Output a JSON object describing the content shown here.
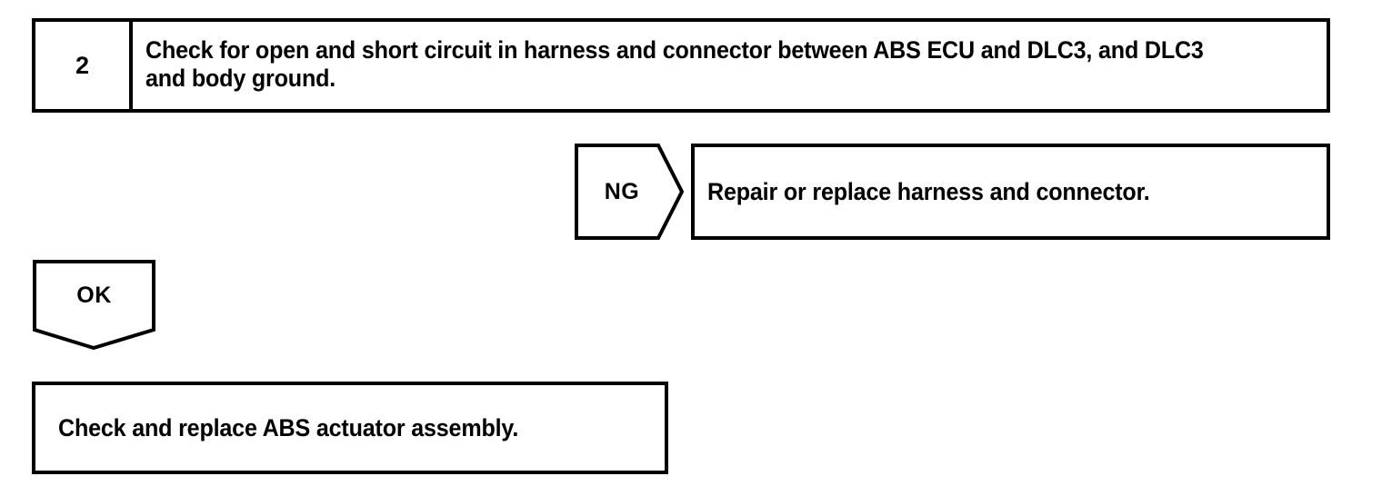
{
  "diagram": {
    "type": "troubleshooting-flowchart",
    "stroke_color": "#000000",
    "background_color": "#FFFFFF",
    "step": {
      "number": "2",
      "instruction": "Check for open and short circuit in harness and connector between ABS ECU and DLC3, and DLC3 and body ground."
    },
    "branches": [
      {
        "result_label": "NG",
        "direction": "right",
        "action": "Repair or replace harness and connector."
      },
      {
        "result_label": "OK",
        "direction": "down",
        "action": "Check and replace ABS actuator assembly."
      }
    ]
  }
}
